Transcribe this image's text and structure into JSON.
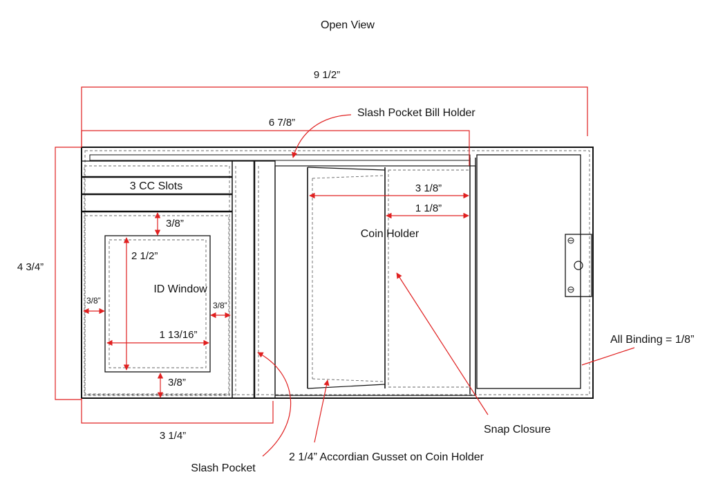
{
  "title": "Open View",
  "dimensions": {
    "overall_width": "9 1/2”",
    "inner_width": "6 7/8”",
    "height": "4 3/4”",
    "left_panel_width": "3 1/4”",
    "coin_holder_width": "3 1/8”",
    "coin_pocket_width": "1 1/8”",
    "id_window_height": "2 1/2”",
    "id_window_width": "1 13/16”",
    "margin_top": "3/8”",
    "margin_bottom": "3/8”",
    "margin_left": "3/8”",
    "margin_right": "3/8”"
  },
  "labels": {
    "cc_slots": "3 CC Slots",
    "id_window": "ID Window",
    "coin_holder": "Coin Holder"
  },
  "callouts": {
    "bill_holder": "Slash Pocket  Bill Holder",
    "binding": "All Binding = 1/8”",
    "snap_closure": "Snap Closure",
    "gusset": "2 1/4” Accordian Gusset on Coin Holder",
    "slash_pocket": "Slash Pocket"
  },
  "colors": {
    "dimension": "#e02020",
    "outline": "#111111"
  }
}
